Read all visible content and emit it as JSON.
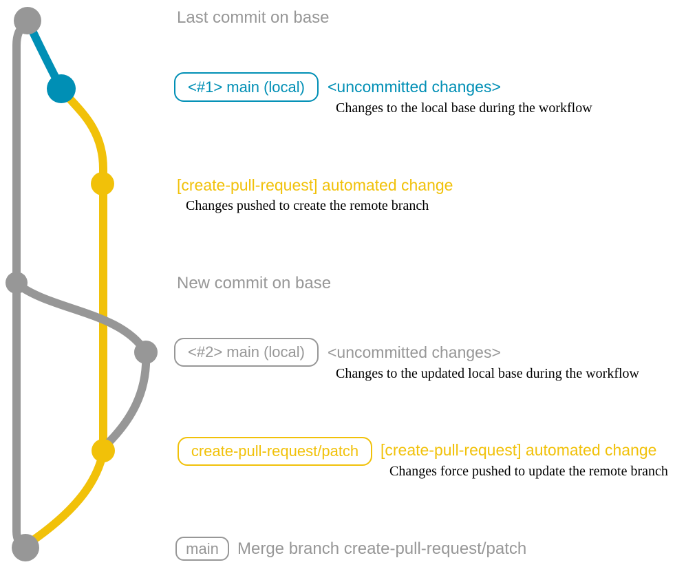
{
  "colors": {
    "gray": "#979797",
    "blue": "#008fb5",
    "yellow": "#f1c109",
    "black": "#000000"
  },
  "diagram": {
    "last_commit": {
      "title": "Last commit on base"
    },
    "local1": {
      "tag": "<#1> main (local)",
      "status": "<uncommitted changes>",
      "description": "Changes to the local base during the workflow"
    },
    "automated1": {
      "title": "[create-pull-request] automated change",
      "description": "Changes pushed to create the remote branch"
    },
    "new_commit": {
      "title": "New commit on base"
    },
    "local2": {
      "tag": "<#2> main (local)",
      "status": "<uncommitted changes>",
      "description": "Changes to the updated local base during the workflow"
    },
    "automated2": {
      "tag": "create-pull-request/patch",
      "title": "[create-pull-request] automated change",
      "description": "Changes force pushed to update the remote branch"
    },
    "merge": {
      "tag": "main",
      "title": "Merge branch create-pull-request/patch"
    }
  }
}
